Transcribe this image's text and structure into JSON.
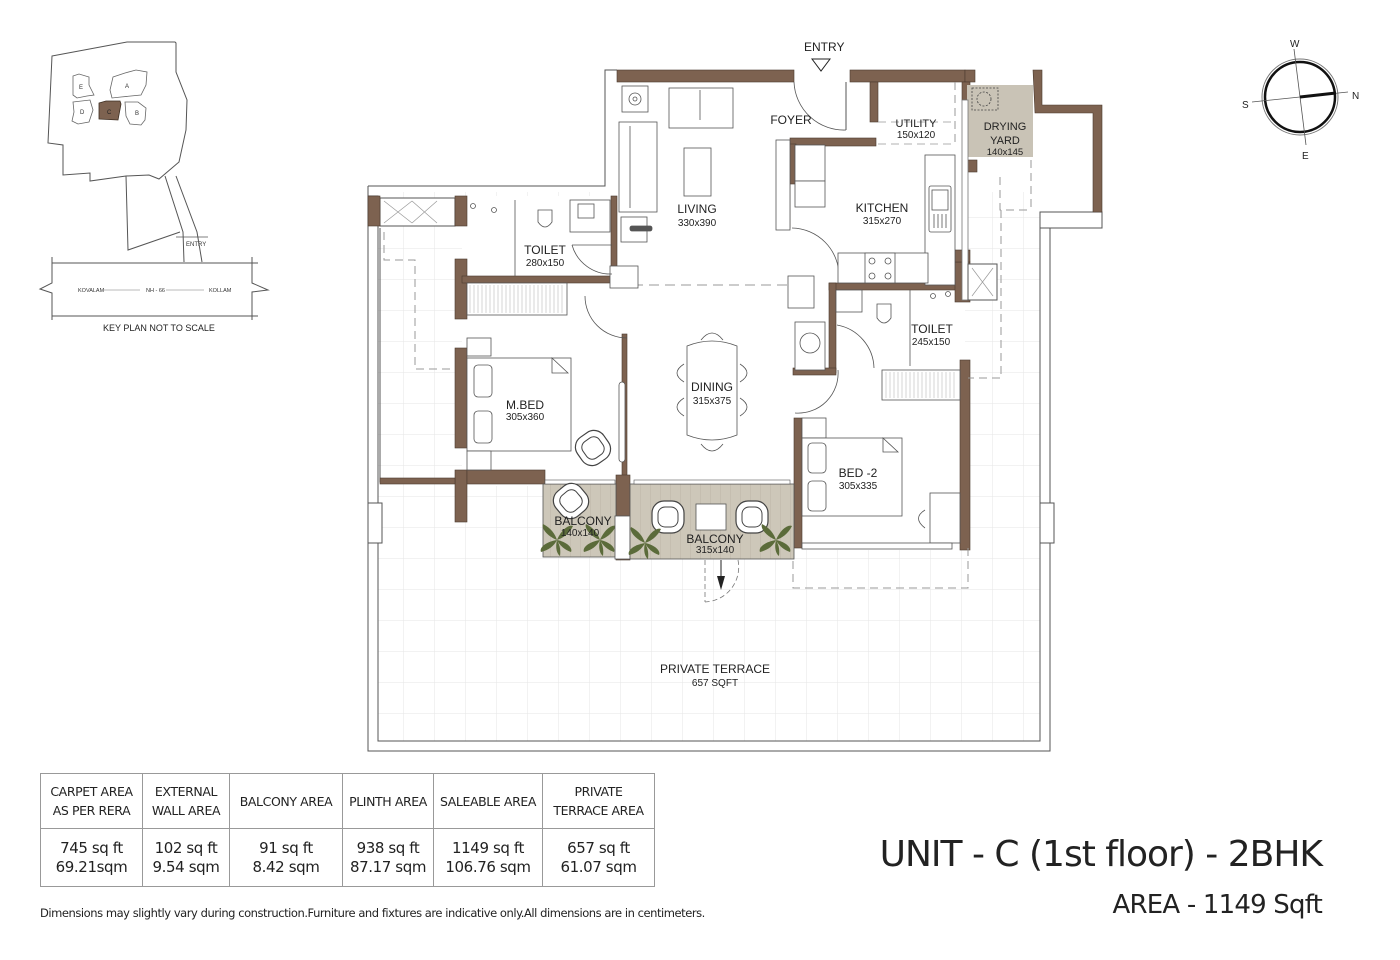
{
  "key_plan": {
    "blocks": [
      "A",
      "B",
      "C",
      "D",
      "E"
    ],
    "highlighted_block": "C",
    "entry_label": "ENTRY",
    "road": {
      "left": "KOVALAM",
      "center": "NH - 66",
      "right": "KOLLAM"
    },
    "caption": "KEY PLAN NOT TO SCALE"
  },
  "compass": {
    "north": "N",
    "south": "S",
    "east": "E",
    "west": "W"
  },
  "plan": {
    "entry_label": "ENTRY",
    "rooms": {
      "foyer": {
        "name": "FOYER"
      },
      "living": {
        "name": "LIVING",
        "size": "330x390"
      },
      "utility": {
        "name": "UTILITY",
        "size": "150x120"
      },
      "drying_yard": {
        "name_line1": "DRYING",
        "name_line2": "YARD",
        "size": "140x145"
      },
      "kitchen": {
        "name": "KITCHEN",
        "size": "315x270"
      },
      "toilet_1": {
        "name": "TOILET",
        "size": "280x150"
      },
      "toilet_2": {
        "name": "TOILET",
        "size": "245x150"
      },
      "master_bed": {
        "name": "M.BED",
        "size": "305x360"
      },
      "dining": {
        "name": "DINING",
        "size": "315x375"
      },
      "bed_2": {
        "name": "BED -2",
        "size": "305x335"
      },
      "balcony_small": {
        "name": "BALCONY",
        "size": "140x140"
      },
      "balcony_large": {
        "name": "BALCONY",
        "size": "315x140"
      },
      "private_terrace": {
        "name": "PRIVATE TERRACE",
        "size": "657 SQFT"
      }
    },
    "colors": {
      "wall": "#7d6250",
      "balcony_floor": "#cdc7b9",
      "drying_floor": "#c9c3b6",
      "plant": "#5b6b3a"
    }
  },
  "area_table": {
    "headers": [
      [
        "CARPET AREA",
        "AS PER RERA"
      ],
      [
        "EXTERNAL",
        "WALL AREA"
      ],
      [
        "BALCONY AREA",
        ""
      ],
      [
        "PLINTH AREA",
        ""
      ],
      [
        "SALEABLE AREA",
        ""
      ],
      [
        "PRIVATE",
        "TERRACE AREA"
      ]
    ],
    "values": [
      [
        "745 sq ft",
        "69.21sqm"
      ],
      [
        "102 sq ft",
        "9.54 sqm"
      ],
      [
        "91 sq ft",
        "8.42 sqm"
      ],
      [
        "938 sq ft",
        "87.17 sqm"
      ],
      [
        "1149 sq ft",
        "106.76 sqm"
      ],
      [
        "657  sq ft",
        "61.07 sqm"
      ]
    ]
  },
  "disclaimer": "Dimensions may slightly vary during construction.Furniture and fixtures are indicative only.All dimensions are in centimeters.",
  "unit_title": "UNIT - C (1st floor) - 2BHK",
  "unit_area": "AREA - 1149 Sqft"
}
